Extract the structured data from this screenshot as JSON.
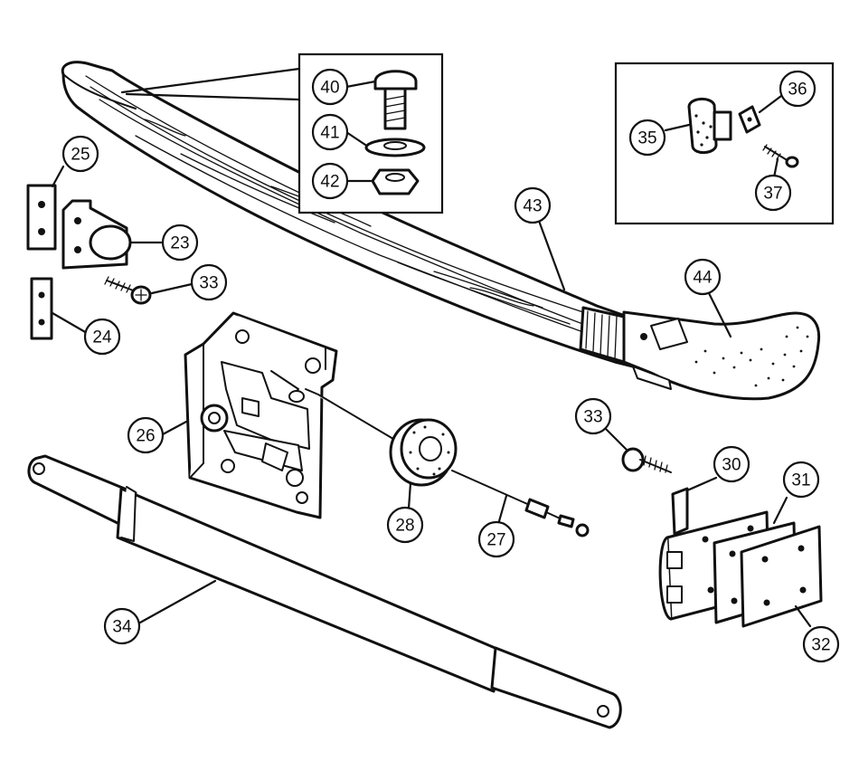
{
  "callouts": [
    {
      "id": "c40",
      "label": "40"
    },
    {
      "id": "c41",
      "label": "41"
    },
    {
      "id": "c42",
      "label": "42"
    },
    {
      "id": "c25",
      "label": "25"
    },
    {
      "id": "c23",
      "label": "23"
    },
    {
      "id": "c33a",
      "label": "33"
    },
    {
      "id": "c24",
      "label": "24"
    },
    {
      "id": "c26",
      "label": "26"
    },
    {
      "id": "c28",
      "label": "28"
    },
    {
      "id": "c27",
      "label": "27"
    },
    {
      "id": "c34",
      "label": "34"
    },
    {
      "id": "c35",
      "label": "35"
    },
    {
      "id": "c36",
      "label": "36"
    },
    {
      "id": "c37",
      "label": "37"
    },
    {
      "id": "c43",
      "label": "43"
    },
    {
      "id": "c44",
      "label": "44"
    },
    {
      "id": "c33b",
      "label": "33"
    },
    {
      "id": "c30",
      "label": "30"
    },
    {
      "id": "c31",
      "label": "31"
    },
    {
      "id": "c32",
      "label": "32"
    }
  ]
}
